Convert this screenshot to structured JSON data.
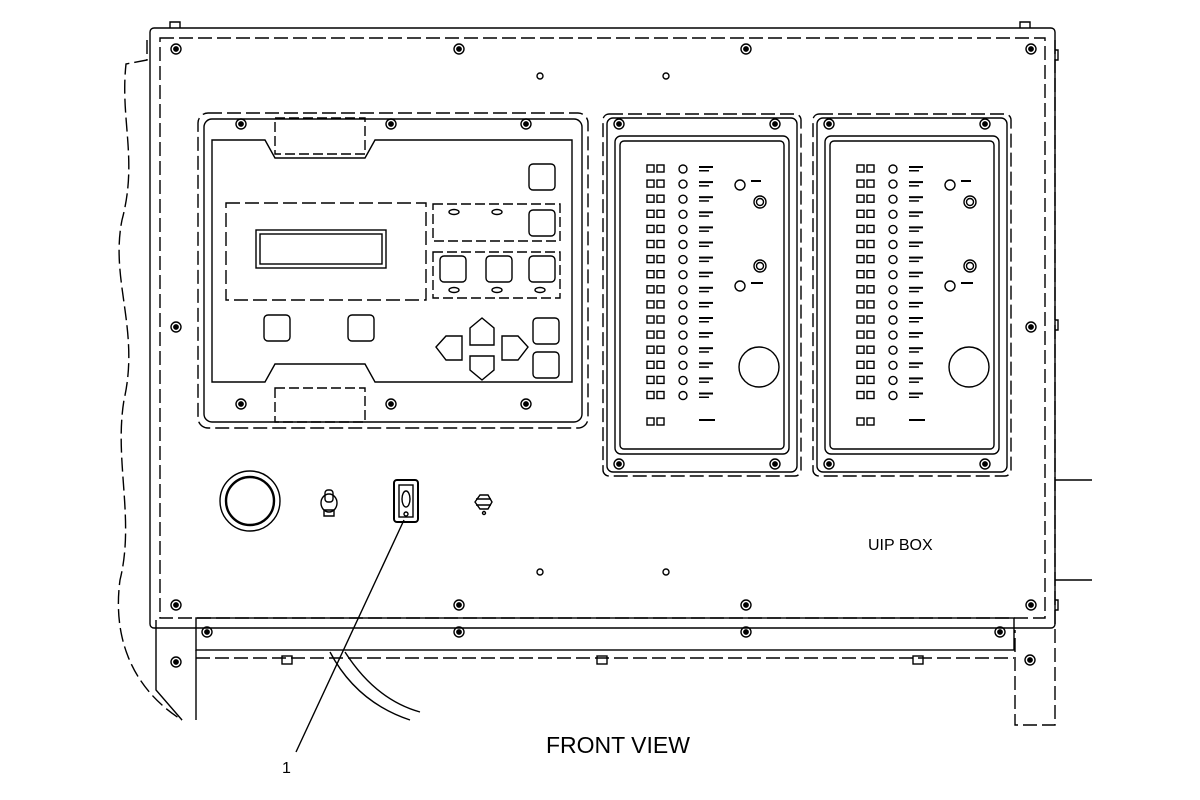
{
  "drawing": {
    "box_label": "UIP BOX",
    "view_title": "FRONT VIEW",
    "callouts": [
      {
        "number": "1",
        "target": "panel-toggle-switch"
      }
    ]
  }
}
